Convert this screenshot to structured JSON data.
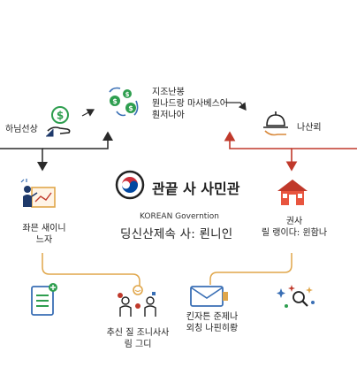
{
  "center": {
    "title": "관끝 사 사민관",
    "subtitle_en": "KOREAN Governtion",
    "subtitle_ko": "딩신산제속 사: 뢴니인"
  },
  "nodes": {
    "top_left": "하님선상",
    "top_center": [
      "지조난봉",
      "뭔나드랑 마사베스어",
      "훤저나아"
    ],
    "top_right": "나산뢰",
    "mid_left": [
      "좌믄 새이니",
      "느자"
    ],
    "mid_right": [
      "권사",
      "릴 랭이다: 윈함나"
    ],
    "bottom_center_left": [
      "추신 질 조니사사",
      "림 그디"
    ],
    "bottom_center_right": [
      "킨자튼 준제나",
      "외칭 나핀히뢍"
    ]
  },
  "colors": {
    "dark_line": "#2a2a2a",
    "red_line": "#c0392b",
    "orange_line": "#e0a64a",
    "flag_red": "#cd2e3a",
    "flag_blue": "#0047a0",
    "green": "#2e9e4f",
    "blue_icon": "#3a6fb5"
  },
  "icons": [
    "dollar-hand-icon",
    "money-flow-icon",
    "bell-hand-icon",
    "teacher-icon",
    "house-icon",
    "clipboard-icon",
    "people-exchange-icon",
    "envelope-icon",
    "sparkle-magnifier-icon",
    "korea-flag-icon"
  ]
}
